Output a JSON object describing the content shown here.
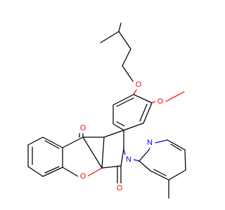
{
  "molecule": {
    "colors": {
      "carbon": "#000000",
      "oxygen": "#ff0000",
      "nitrogen": "#0000ff",
      "background": "#ffffff"
    },
    "atom_labels": {
      "ether_oxygen": "O",
      "methoxy_oxygen": "O",
      "carbonyl_oxygen_top": "O",
      "ring_oxygen": "O",
      "carbonyl_oxygen_bottom": "O",
      "pyridine_nitrogen": "N",
      "pyrrole_nitrogen": "N"
    }
  }
}
